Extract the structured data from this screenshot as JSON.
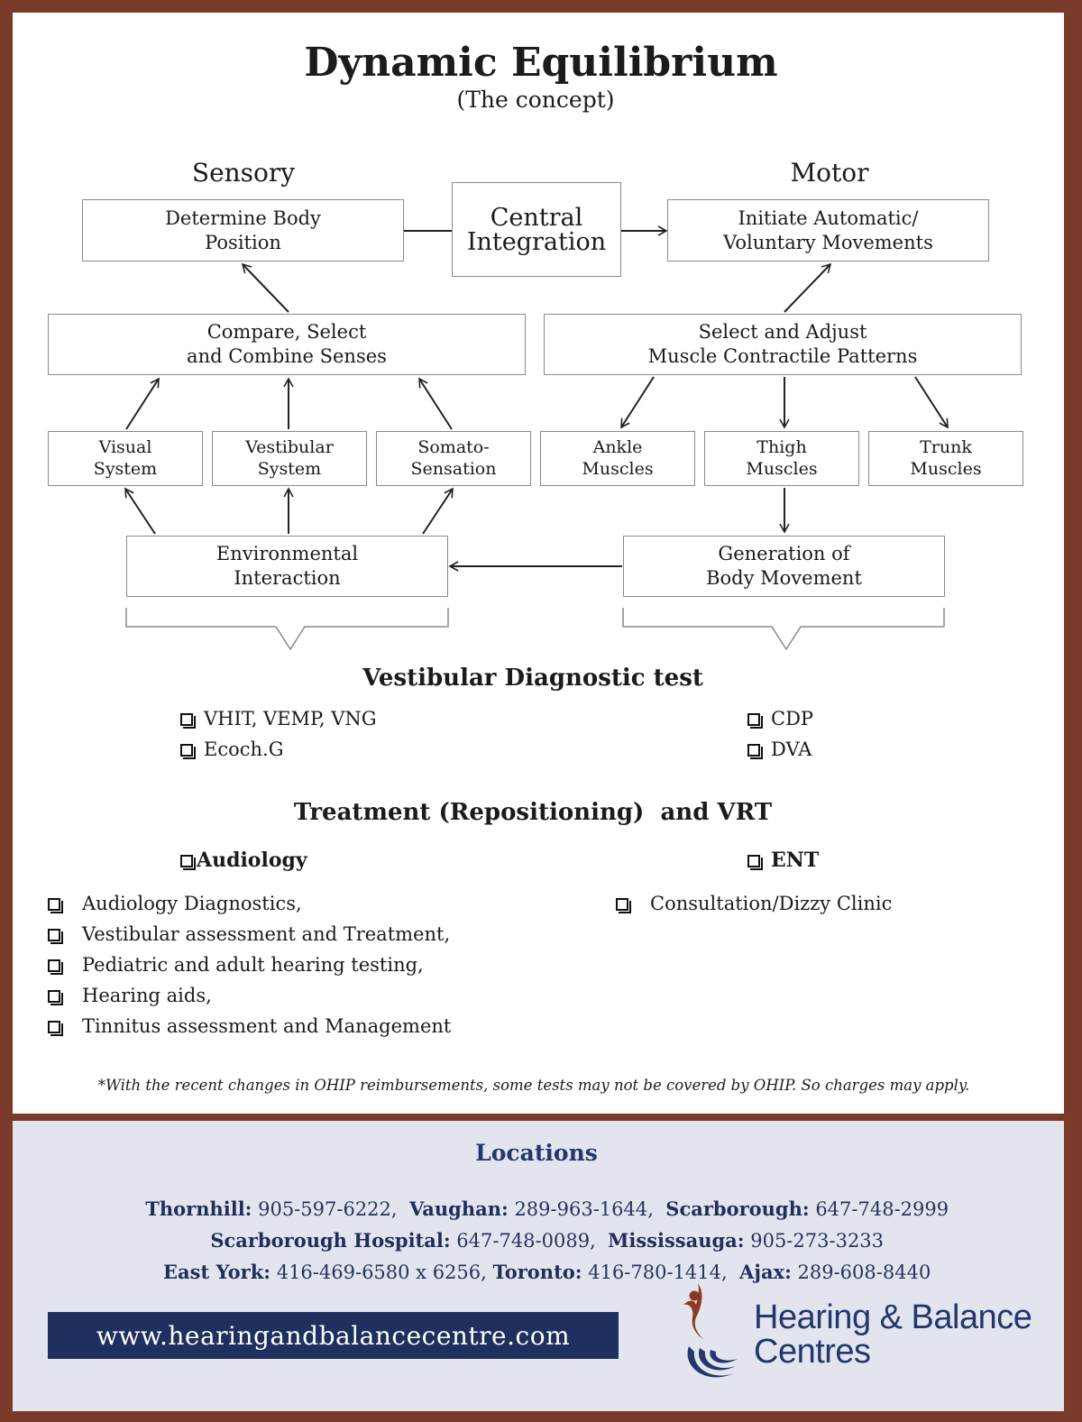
{
  "header": {
    "title": "Dynamic Equilibrium",
    "subtitle": "(The concept)"
  },
  "diagram": {
    "sensory_label": "Sensory",
    "motor_label": "Motor",
    "central": {
      "line1": "Central",
      "line2": "Integration"
    },
    "determine": {
      "line1": "Determine Body",
      "line2": "Position"
    },
    "initiate": {
      "line1": "Initiate Automatic/",
      "line2": "Voluntary Movements"
    },
    "compare": {
      "line1": "Compare, Select",
      "line2": "and Combine Senses"
    },
    "select": {
      "line1": "Select and Adjust",
      "line2": "Muscle Contractile Patterns"
    },
    "visual": {
      "line1": "Visual",
      "line2": "System"
    },
    "vestibular": {
      "line1": "Vestibular",
      "line2": "System"
    },
    "somato": {
      "line1": "Somato-",
      "line2": "Sensation"
    },
    "ankle": {
      "line1": "Ankle",
      "line2": "Muscles"
    },
    "thigh": {
      "line1": "Thigh",
      "line2": "Muscles"
    },
    "trunk": {
      "line1": "Trunk",
      "line2": "Muscles"
    },
    "environment": {
      "line1": "Environmental",
      "line2": "Interaction"
    },
    "generation": {
      "line1": "Generation of",
      "line2": "Body Movement"
    }
  },
  "diagnostics": {
    "heading": "Vestibular Diagnostic test",
    "left": [
      "VHIT, VEMP, VNG",
      "Ecoch.G"
    ],
    "right": [
      "CDP",
      "DVA"
    ]
  },
  "treatment": {
    "heading": "Treatment (Repositioning)  and VRT",
    "audiology_label": "Audiology",
    "ent_label": "ENT",
    "audiology_items": [
      "Audiology Diagnostics,",
      "Vestibular assessment and Treatment,",
      "Pediatric and adult hearing testing,",
      "Hearing aids,",
      "Tinnitus assessment and Management"
    ],
    "ent_items": [
      "Consultation/Dizzy Clinic"
    ]
  },
  "note": "*With the recent changes in OHIP reimbursements, some tests may not be covered by OHIP. So charges may apply.",
  "locations": {
    "heading": "Locations",
    "line1": [
      {
        "name": "Thornhill:",
        "phone": " 905-597-6222,  "
      },
      {
        "name": "Vaughan:",
        "phone": " 289-963-1644,  "
      },
      {
        "name": "Scarborough:",
        "phone": " 647-748-2999"
      }
    ],
    "line2": [
      {
        "name": "Scarborough Hospital:",
        "phone": " 647-748-0089,  "
      },
      {
        "name": "Mississauga:",
        "phone": " 905-273-3233"
      }
    ],
    "line3": [
      {
        "name": "East York:",
        "phone": " 416-469-6580 x 6256, "
      },
      {
        "name": "Toronto:",
        "phone": " 416-780-1414,  "
      },
      {
        "name": "Ajax:",
        "phone": " 289-608-8440"
      }
    ]
  },
  "website": "www.hearingandbalancecentre.com",
  "brand": {
    "line1": "Hearing & Balance",
    "line2": "Centres"
  },
  "colors": {
    "border": "#7a3a2a",
    "navy": "#1f2f5e",
    "footer_bg": "#e2e5ed"
  }
}
